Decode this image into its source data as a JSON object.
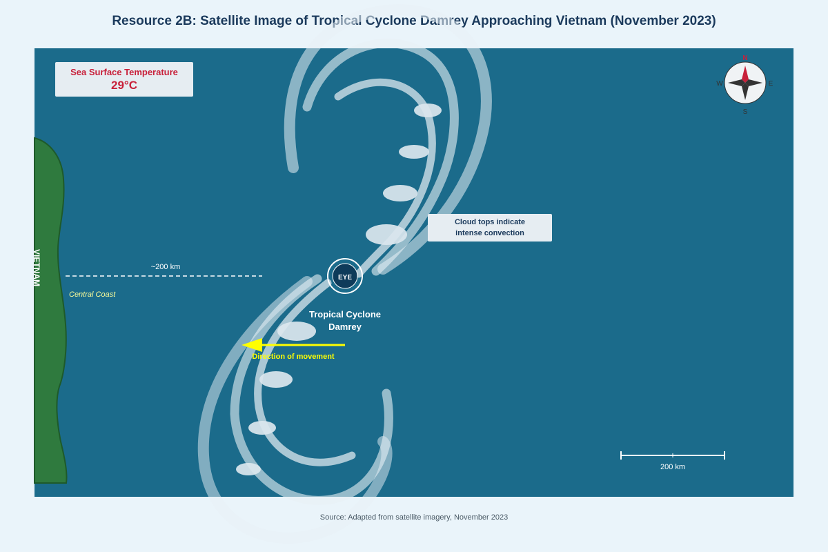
{
  "title": "Resource 2B: Satellite Image of Tropical Cyclone Damrey Approaching Vietnam (November 2023)",
  "sst": {
    "label": "Sea Surface Temperature",
    "value": "29°C"
  },
  "compass": {
    "n": "N",
    "s": "S",
    "e": "E",
    "w": "W"
  },
  "land": {
    "country": "VIETNAM",
    "coast_label": "Central Coast"
  },
  "distance_label": "~200 km",
  "cyclone": {
    "eye_label": "EYE",
    "name_line1": "Tropical Cyclone",
    "name_line2": "Damrey"
  },
  "movement_label": "Direction of movement",
  "callout": {
    "line1": "Cloud tops indicate",
    "line2": "intense convection"
  },
  "scale_bar_label": "200 km",
  "source": "Source: Adapted from satellite imagery, November 2023",
  "colors": {
    "ocean": "#1b6b8b",
    "land": "#2f7a3e",
    "cloud": "#e8f0f5",
    "movement_arrow": "#ffff00",
    "accent_red": "#c8203a"
  }
}
